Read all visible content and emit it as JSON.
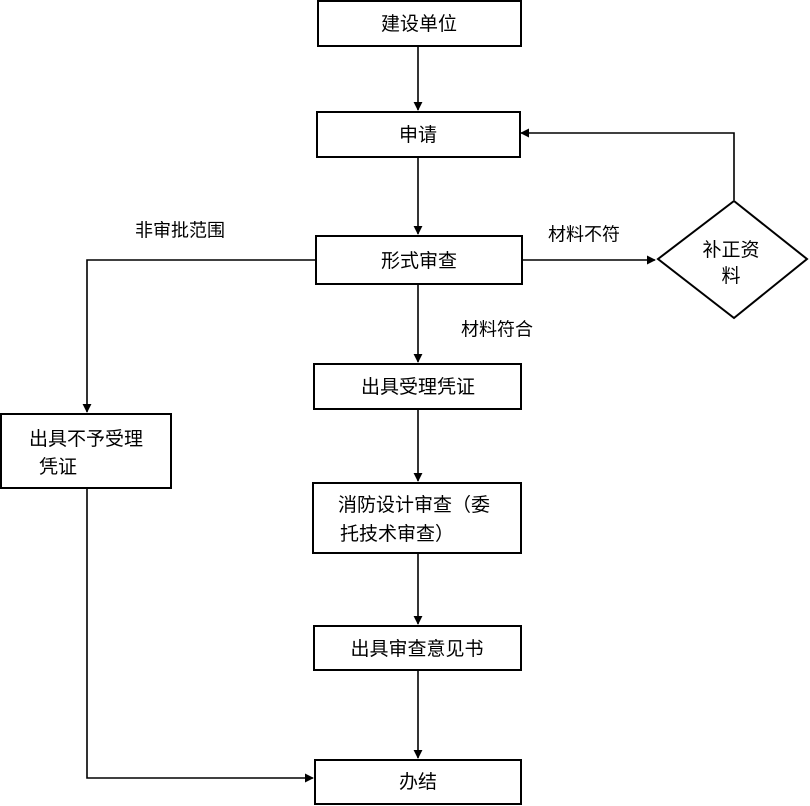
{
  "nodes": {
    "construction_unit": "建设单位",
    "apply": "申请",
    "formal_review": "形式审查",
    "supplement_line1": "补正资",
    "supplement_line2": "料",
    "issue_receipt": "出具受理凭证",
    "reject_line1": "出具不予受理",
    "reject_line2": "凭证",
    "design_review_line1": "消防设计审查（委",
    "design_review_line2": "托技术审查）",
    "review_opinion": "出具审查意见书",
    "complete": "办结"
  },
  "edges": {
    "non_scope": "非审批范围",
    "materials_mismatch": "材料不符",
    "materials_match": "材料符合"
  }
}
